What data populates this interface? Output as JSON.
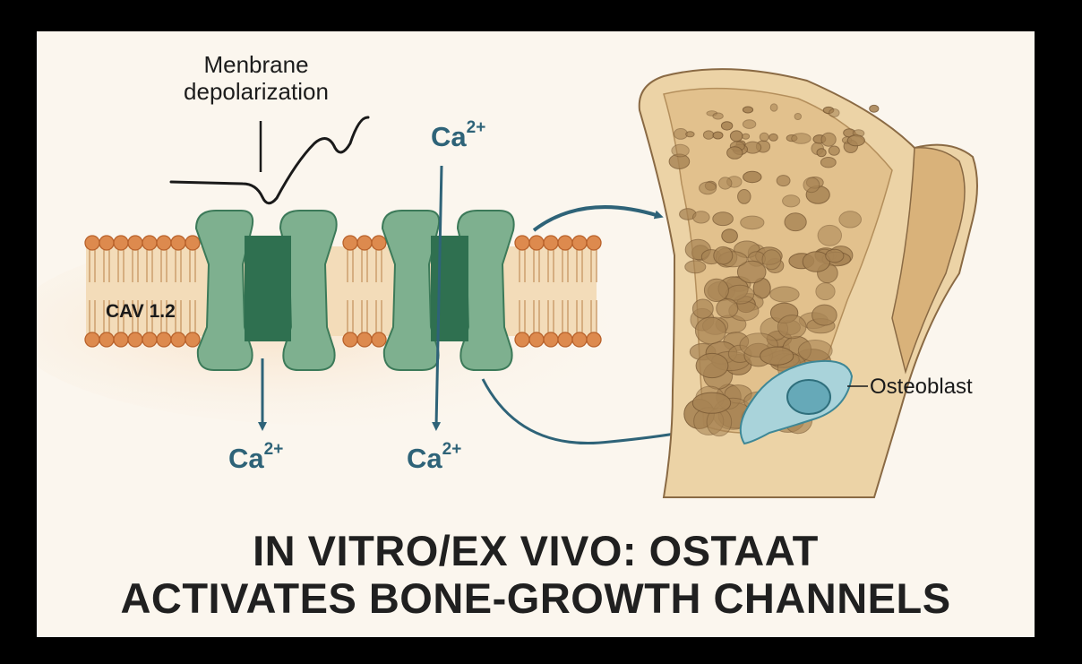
{
  "labels": {
    "membrane_line1": "Menbrane",
    "membrane_line2": "depolarization",
    "channel": "CAV 1.2",
    "ion_base": "Ca",
    "ion_charge": "2+",
    "cell": "Osteoblast"
  },
  "title": {
    "line1": "IN VITRO/EX VIVO: OSTAAT",
    "line2": "ACTIVATES BONE-GROWTH CHANNELS"
  },
  "colors": {
    "background": "#fbf6ee",
    "lipid_head": "#d9834a",
    "channel_light": "#7eb08f",
    "channel_dark": "#2f7050",
    "arrow": "#2e6378",
    "bone": "#ecd3a6",
    "bone_pore": "#a88454",
    "osteoblast": "#8ec4cf"
  }
}
